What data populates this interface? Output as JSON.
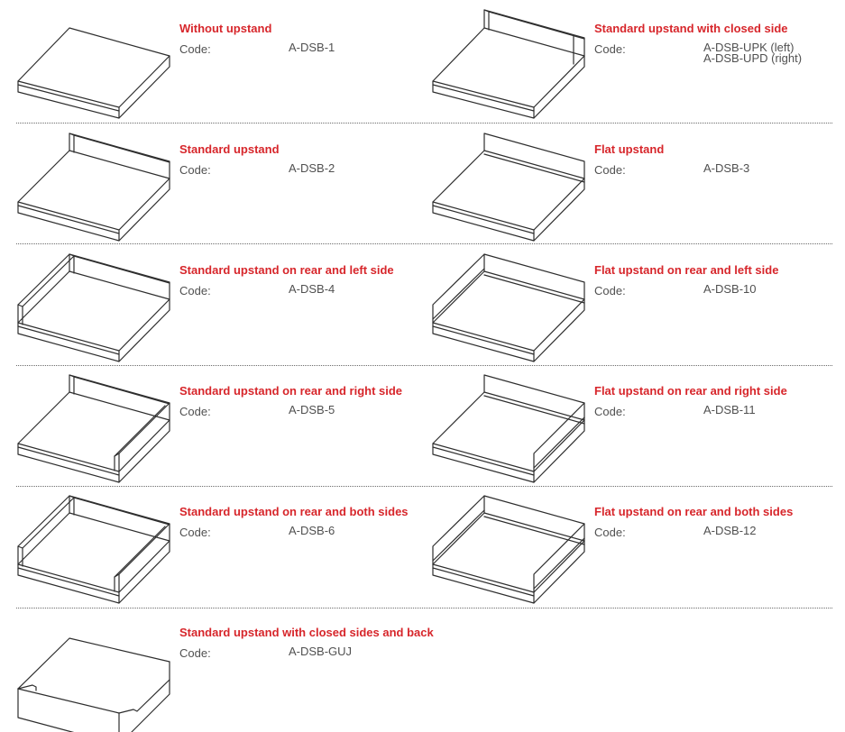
{
  "code_label": "Code:",
  "accent_color": "#d7262b",
  "items": [
    {
      "title": "Without upstand",
      "codes": [
        "A-DSB-1"
      ],
      "icon": "worktop-no-upstand-icon"
    },
    {
      "title": "Standard upstand with closed side",
      "codes": [
        "A-DSB-UPK (left)",
        "A-DSB-UPD (right)"
      ],
      "icon": "worktop-upstand-closed-side-icon"
    },
    {
      "title": "Standard upstand",
      "codes": [
        "A-DSB-2"
      ],
      "icon": "worktop-standard-upstand-icon"
    },
    {
      "title": "Flat upstand",
      "codes": [
        "A-DSB-3"
      ],
      "icon": "worktop-flat-upstand-icon"
    },
    {
      "title": "Standard upstand on rear and left side",
      "codes": [
        "A-DSB-4"
      ],
      "icon": "worktop-standard-rear-left-icon"
    },
    {
      "title": "Flat upstand on rear and left side",
      "codes": [
        "A-DSB-10"
      ],
      "icon": "worktop-flat-rear-left-icon"
    },
    {
      "title": "Standard upstand on rear and right side",
      "codes": [
        "A-DSB-5"
      ],
      "icon": "worktop-standard-rear-right-icon"
    },
    {
      "title": "Flat upstand on rear and right side",
      "codes": [
        "A-DSB-11"
      ],
      "icon": "worktop-flat-rear-right-icon"
    },
    {
      "title": "Standard upstand on rear and both sides",
      "codes": [
        "A-DSB-6"
      ],
      "icon": "worktop-standard-rear-both-icon"
    },
    {
      "title": "Flat upstand on rear and both sides",
      "codes": [
        "A-DSB-12"
      ],
      "icon": "worktop-flat-rear-both-icon"
    },
    {
      "title": "Standard upstand with closed sides and back",
      "codes": [
        "A-DSB-GUJ"
      ],
      "icon": "worktop-closed-sides-back-icon"
    }
  ]
}
